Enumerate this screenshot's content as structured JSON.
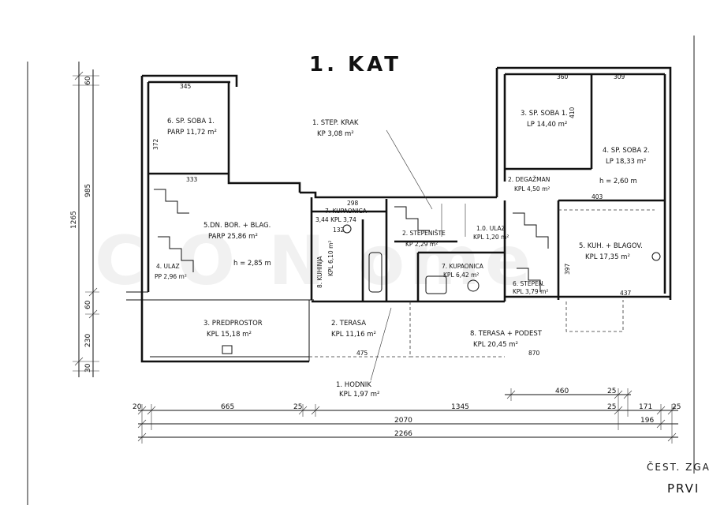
{
  "title": "1. KAT",
  "watermark": "C O N  ome",
  "rooms": {
    "room6_l1": "6. SP. SOBA 1.",
    "room6_l2": "PARP 11,72 m²",
    "room5dn_l1": "5.DN. BOR. + BLAG.",
    "room5dn_l2": "PARP 25,86 m²",
    "room4ulaz_l1": "4. ULAZ",
    "room4ulaz_l2": "PP 2,96 m²",
    "h_left": "h = 2,85 m",
    "stepkrak_l1": "1. STEP. KRAK",
    "stepkrak_l2": "KP 3,08 m²",
    "kupaonica7a_l1": "7. KUPAONICA",
    "kupaonica7a_l2": "3,44 KPL 3,74",
    "kuhinja8_l1": "8. KUHINJA",
    "kuhinja8_l2": "KPL 6,10 m²",
    "stepenista2": "2. STEPENIŠTE",
    "stepenista2_val": "KP 2,29 m²",
    "ulaz1_l1": "1.0. ULAZ",
    "ulaz1_l2": "KPL 1,20 m²",
    "kupaonica7b_l1": "7. KUPAONICA",
    "kupaonica7b_l2": "KPL 6,42 m²",
    "stepen6_l1": "6. STEPEN.",
    "stepen6_l2": "KPL 3,79 m²",
    "soba3_l1": "3. SP. SOBA 1.",
    "soba3_l2": "LP 14,40 m²",
    "soba4_l1": "4. SP. SOBA 2.",
    "soba4_l2": "LP 18,33 m²",
    "degazman_l1": "2. DEGAŽMAN",
    "degazman_l2": "KPL 4,50 m²",
    "h_right": "h = 2,60 m",
    "kuh5_l1": "5. KUH. + BLAGOV.",
    "kuh5_l2": "KPL 17,35 m²",
    "predprostor_l1": "3. PREDPROSTOR",
    "predprostor_l2": "KPL 15,18 m²",
    "terasa2_l1": "2. TERASA",
    "terasa2_l2": "KPL 11,16 m²",
    "terasa8_l1": "8. TERASA + PODEST",
    "terasa8_l2": "KPL 20,45 m²",
    "hodnik_l1": "1. HODNIK",
    "hodnik_l2": "KPL 1,97 m²"
  },
  "dimensions": {
    "v_1265": "1265",
    "v_985": "985",
    "v_60top": "60",
    "v_60mid": "60",
    "v_230": "230",
    "v_30": "30",
    "h_20": "20",
    "h_665": "665",
    "h_25a": "25",
    "h_1345": "1345",
    "h_460": "460",
    "h_25b": "25",
    "h_25c": "25",
    "h_171": "171",
    "h_25d": "25",
    "h_196": "196",
    "h_2070": "2070",
    "h_2266": "2266",
    "d_475": "475",
    "d_870": "870",
    "d_403": "403",
    "d_437": "437",
    "d_360": "360",
    "d_309": "309",
    "d_333": "333",
    "d_345": "345",
    "d_372": "372",
    "d_410": "410",
    "d_397": "397",
    "d_298": "298",
    "d_132": "132"
  },
  "notes": {
    "cest": "ČEST. ZGA",
    "prvi": "PRVI"
  }
}
